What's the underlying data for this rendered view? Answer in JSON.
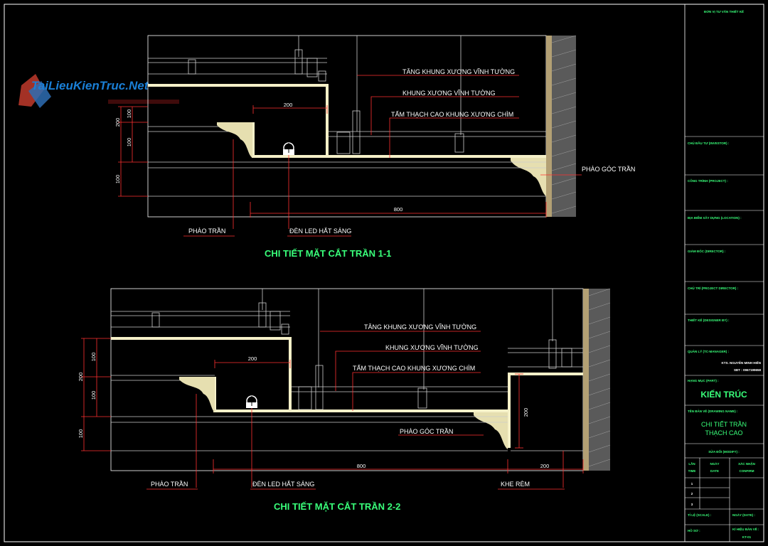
{
  "watermark": {
    "text": "TaiLieuKienTruc.Net"
  },
  "section1": {
    "title": "CHI TIẾT MẶT CẮT TRẦN 1-1",
    "labels": {
      "tang": "TĂNG KHUNG XƯƠNG VĨNH TƯỜNG",
      "khung": "KHUNG XƯƠNG VĨNH TƯỜNG",
      "tam": "TẤM THẠCH CAO KHUNG XƯƠNG CHÌM",
      "phao_goc": "PHÀO GÓC TRẦN",
      "phao_tran": "PHÀO TRẦN",
      "den_led": "ĐÈN LED HẮT SÁNG"
    },
    "dims": {
      "d200_top": "200",
      "v200": "200",
      "v100a": "100",
      "v100b": "100",
      "v100c": "100",
      "d800": "800"
    }
  },
  "section2": {
    "title": "CHI TIẾT MẶT CẮT TRẦN 2-2",
    "labels": {
      "tang": "TĂNG KHUNG XƯƠNG VĨNH TƯỜNG",
      "khung": "KHUNG XƯƠNG VĨNH TƯỜNG",
      "tam": "TẤM THẠCH CAO KHUNG XƯƠNG CHÌM",
      "phao_goc": "PHÀO GÓC TRẦN",
      "phao_tran": "PHÀO TRẦN",
      "den_led": "ĐÈN LED HẮT SÁNG",
      "khe_rem": "KHE RÈM"
    },
    "dims": {
      "d200_top": "200",
      "v100a": "100",
      "v200": "200",
      "v100b": "100",
      "v100c": "100",
      "d800": "800",
      "d200_bottom": "200",
      "v200_right": "200"
    }
  },
  "titleblock": {
    "consultant": "ĐƠN VỊ TƯ VẤN THIẾT KẾ",
    "investor": "CHỦ ĐẦU TƯ (INVESTOR) :",
    "project": "CÔNG TRÌNH (PROJECT) :",
    "location": "ĐỊA ĐIỂM XÂY DỰNG (LOCATION) :",
    "director": "GIÁM ĐỐC (DIRECTOR) :",
    "project_director": "CHỦ TRÌ (PROJECT DIRECTOR) :",
    "designer": "THIẾT KẾ (DESIGNER BY) :",
    "manager": "QUẢN LÝ (TC-MANAGER) :",
    "manager_name": "KTS. NGUYỄN MINH HIẾN",
    "manager_phone": "SĐT : 0967199658",
    "category_label": "HẠNG MỤC (PART) :",
    "category": "KIẾN TRÚC",
    "drawing_label": "TÊN BẢN VẼ (DRAWING NAME) :",
    "drawing_line1": "CHI TIẾT TRẦN",
    "drawing_line2": "THẠCH CAO",
    "revision_label": "SỬA ĐỔI (MODIFY) :",
    "rev_headers": [
      "LẦN",
      "NGÀY",
      "XÁC NHẬN"
    ],
    "rev_sub": [
      "TIME",
      "DATE",
      "CONFIRM"
    ],
    "rev_rows": [
      "1",
      "2",
      "3"
    ],
    "scale_label": "TỈ LỆ (SCALE) :",
    "date_label": "NGÀY (DATE) :",
    "file_label": "HỒ SƠ :",
    "sheet_label": "KÍ HIỆU BẢN VẼ :",
    "sheet_no": "KT-01"
  }
}
